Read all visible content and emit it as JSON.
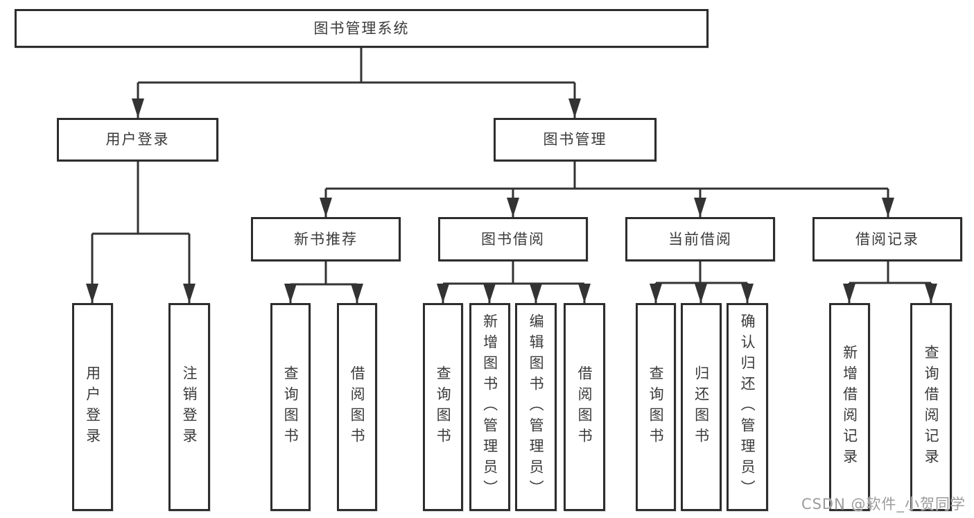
{
  "diagram": {
    "tree": {
      "root": {
        "label": "图书管理系统"
      },
      "branches": [
        {
          "label": "用户登录",
          "children": [
            {
              "label": "用户登录"
            },
            {
              "label": "注销登录"
            }
          ]
        },
        {
          "label": "图书管理",
          "groups": [
            {
              "label": "新书推荐",
              "children": [
                {
                  "label": "查询图书"
                },
                {
                  "label": "借阅图书"
                }
              ]
            },
            {
              "label": "图书借阅",
              "children": [
                {
                  "label": "查询图书"
                },
                {
                  "label": "新增图书（管理员）"
                },
                {
                  "label": "编辑图书（管理员）"
                },
                {
                  "label": "借阅图书"
                }
              ]
            },
            {
              "label": "当前借阅",
              "children": [
                {
                  "label": "查询图书"
                },
                {
                  "label": "归还图书"
                },
                {
                  "label": "确认归还（管理员）"
                }
              ]
            },
            {
              "label": "借阅记录",
              "children": [
                {
                  "label": "新增借阅记录"
                },
                {
                  "label": "查询借阅记录"
                }
              ]
            }
          ]
        }
      ]
    },
    "colors": {
      "line": "#333333",
      "box_border": "#2d2d2d",
      "box_background": "#ffffff",
      "text": "#3a3a3a",
      "watermark": "#9b9b9b"
    }
  },
  "watermark": "CSDN @软件_小贺同学"
}
